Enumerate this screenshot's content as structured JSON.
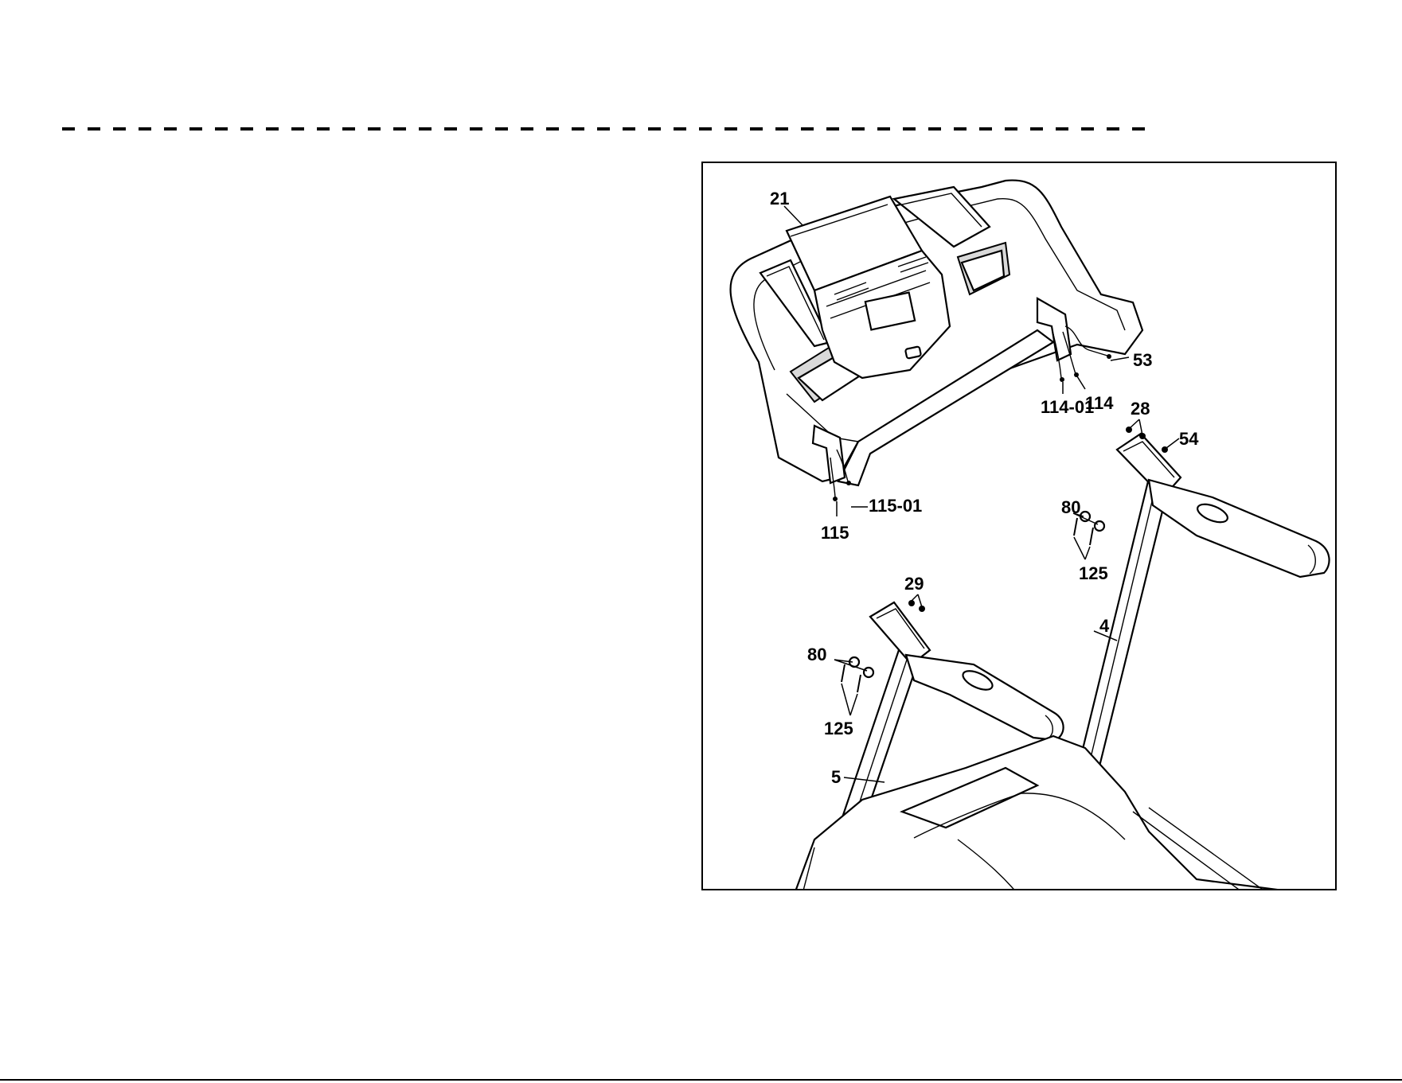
{
  "figure": {
    "callouts": {
      "c21": "21",
      "c53": "53",
      "c114_01": "114-01",
      "c114": "114",
      "c28": "28",
      "c54": "54",
      "c80_right": "80",
      "c125_right": "125",
      "c115_01": "115-01",
      "c115": "115",
      "c29": "29",
      "c4": "4",
      "c80_left": "80",
      "c125_left": "125",
      "c5": "5"
    }
  }
}
